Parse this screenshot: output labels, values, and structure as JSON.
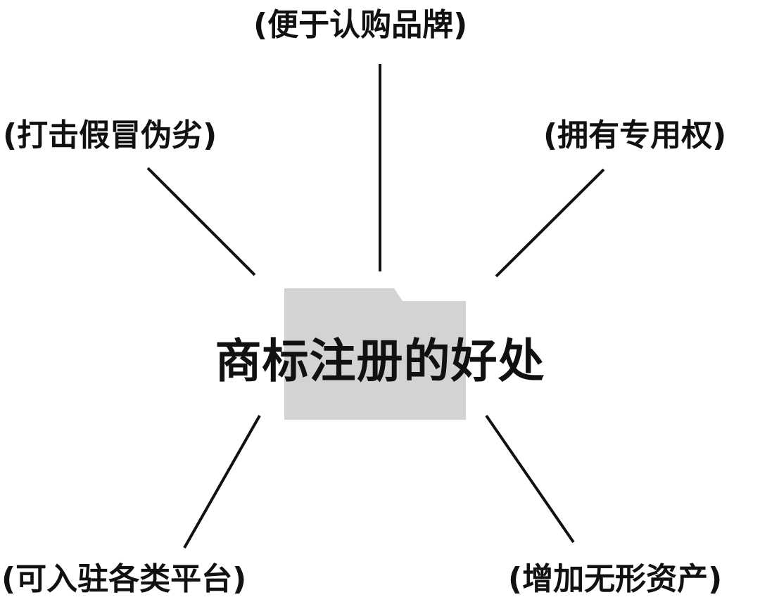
{
  "center": {
    "title": "商标注册的好处"
  },
  "labels": {
    "top": "(便于认购品牌)",
    "upper_left": "(打击假冒伪劣)",
    "upper_right": "(拥有专用权)",
    "lower_left": "(可入驻各类平台)",
    "lower_right": "(增加无形资产)"
  },
  "colors": {
    "text": "#111111",
    "lines": "#111111",
    "folder": "#d3d3d3",
    "background": "#ffffff"
  },
  "icons": {
    "center_shape": "folder-icon"
  }
}
